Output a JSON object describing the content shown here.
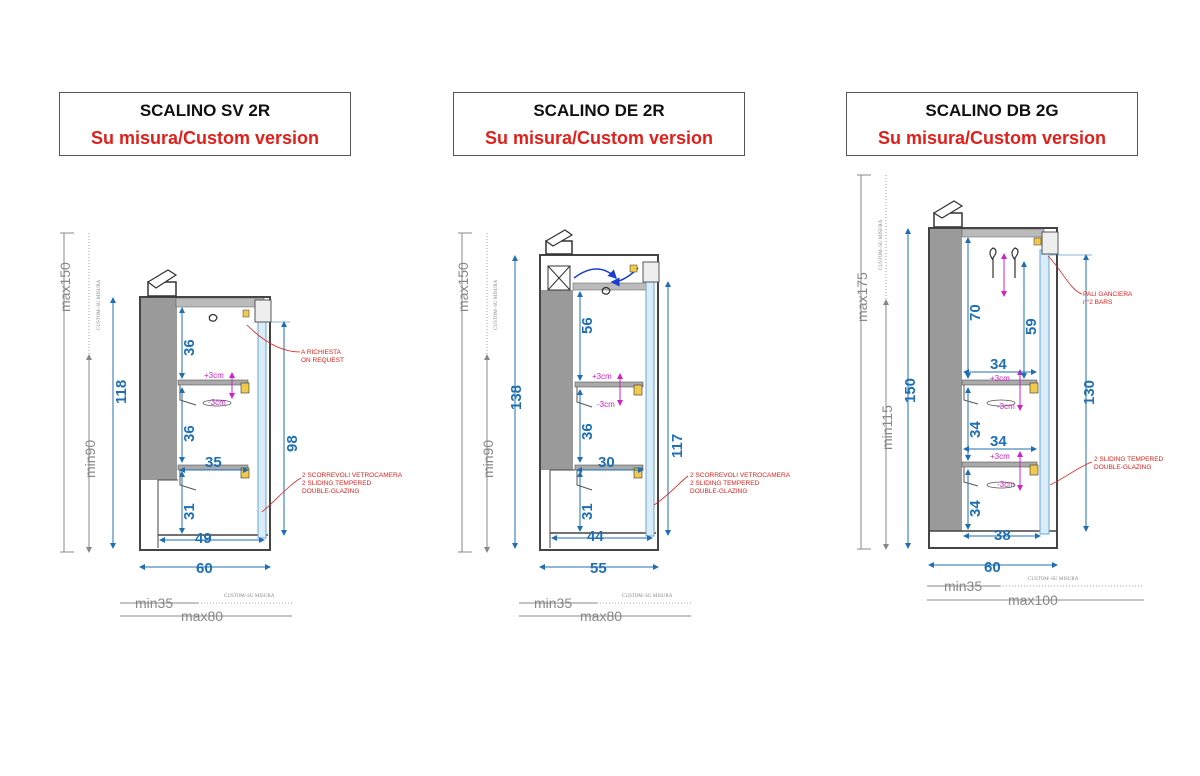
{
  "panels": [
    {
      "title": "SCALINO SV 2R",
      "subtitle": "Su misura/Custom version",
      "dims": {
        "top_shelf": "36",
        "mid_shelf": "36",
        "bottom_gap": "31",
        "total_height": "118",
        "glass_height": "98",
        "shelf_depth": "35",
        "base_depth": "49",
        "width": "60"
      },
      "ranges": {
        "max_h": "max150",
        "min_h": "min90",
        "min_w": "min35",
        "max_w": "max80",
        "custom": "CUSTOM–SU MISURA"
      },
      "adjust": {
        "plus": "+3cm",
        "minus": "-3cm"
      },
      "notes": [
        {
          "lines": [
            "A RICHIESTA",
            "ON REQUEST"
          ]
        },
        {
          "lines": [
            "2 SCORREVOLI VETROCAMERA",
            "2 SLIDING TEMPERED",
            "DOUBLE-GLAZING"
          ]
        }
      ]
    },
    {
      "title": "SCALINO DE 2R",
      "subtitle": "Su misura/Custom version",
      "dims": {
        "top_shelf": "56",
        "mid_shelf": "36",
        "bottom_gap": "31",
        "total_height": "138",
        "glass_height": "117",
        "shelf_depth": "30",
        "base_depth": "44",
        "width": "55"
      },
      "ranges": {
        "max_h": "max150",
        "min_h": "min90",
        "min_w": "min35",
        "max_w": "max80",
        "custom": "CUSTOM–SU MISURA"
      },
      "adjust": {
        "plus": "+3cm",
        "minus": "-3cm"
      },
      "notes": [
        {
          "lines": [
            "2 SCORREVOLI VETROCAMERA",
            "2 SLIDING TEMPERED",
            "DOUBLE-GLAZING"
          ]
        }
      ]
    },
    {
      "title": "SCALINO DB 2G",
      "subtitle": "Su misura/Custom version",
      "dims": {
        "top_left": "70",
        "top_right": "59",
        "mid_left": "34",
        "bottom_left": "34",
        "total_height": "150",
        "glass_height": "130",
        "shelf1": "34",
        "shelf2": "34",
        "base_depth": "38",
        "width": "60"
      },
      "ranges": {
        "max_h": "max175",
        "min_h": "min115",
        "min_w": "min35",
        "max_w": "max100",
        "custom": "CUSTOM–SU MISURA"
      },
      "adjust": {
        "plus": "+3cm",
        "minus": "-3cm"
      },
      "notes": [
        {
          "lines": [
            "PALI GANCIERA",
            "n°2 BARS"
          ]
        },
        {
          "lines": [
            "2 SLIDING TEMPERED",
            "DOUBLE-GLAZING"
          ]
        }
      ]
    }
  ],
  "colors": {
    "dimension": "#1f6fb4",
    "title_red": "#e0201b",
    "adjust": "#d020c8",
    "note_red": "#e0201b",
    "structure_gray": "#999999"
  }
}
